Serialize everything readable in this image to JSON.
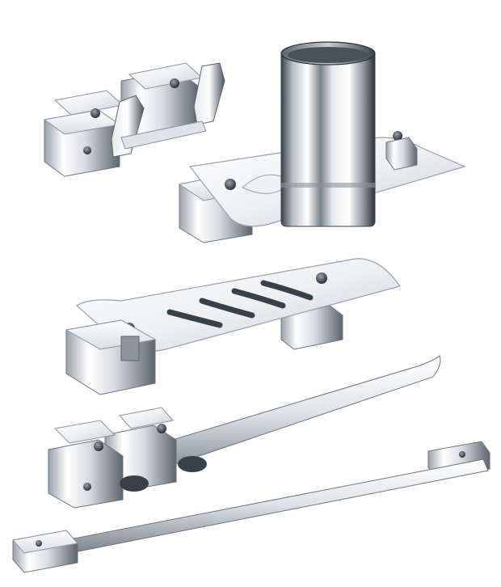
{
  "image": {
    "background": "#ffffff",
    "palette": {
      "chrome_light": "#f4f6f8",
      "chrome_mid": "#c9ced4",
      "chrome_dark": "#5d646c",
      "chrome_deep": "#2b3036",
      "highlight": "#ffffff"
    },
    "products": [
      {
        "name": "double-robe-hook"
      },
      {
        "name": "tumbler-holder"
      },
      {
        "name": "soap-dish"
      },
      {
        "name": "towel-ring-with-double-hook"
      },
      {
        "name": "towel-rod"
      }
    ]
  }
}
